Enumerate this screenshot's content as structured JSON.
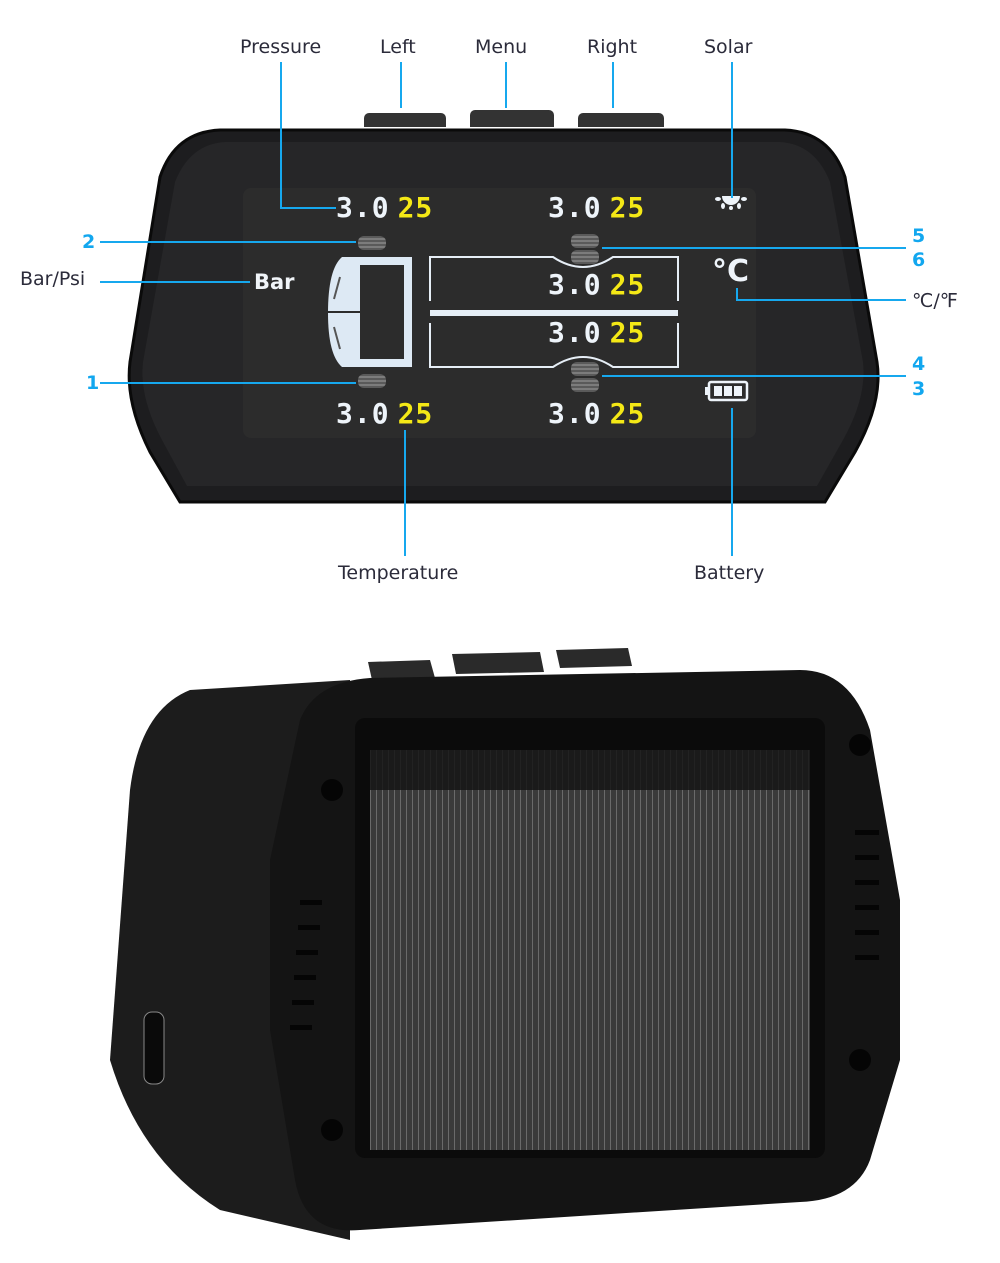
{
  "callouts": {
    "top": [
      "Pressure",
      "Left",
      "Menu",
      "Right",
      "Solar"
    ],
    "left": {
      "unit": "Bar/Psi",
      "num_2": "2",
      "num_1": "1"
    },
    "right": {
      "num_5": "5",
      "num_6": "6",
      "temp_unit": "℃/℉",
      "num_4": "4",
      "num_3": "3"
    },
    "bottom": [
      "Temperature",
      "Battery"
    ]
  },
  "lcd": {
    "unit_label": "Bar",
    "temp_symbol": "°C",
    "readings": [
      {
        "position": "front-left",
        "pressure": "3.0",
        "temperature": "25"
      },
      {
        "position": "rear-left",
        "pressure": "3.0",
        "temperature": "25"
      },
      {
        "position": "inner-rear-left",
        "pressure": "3.0",
        "temperature": "25"
      },
      {
        "position": "inner-rear-right",
        "pressure": "3.0",
        "temperature": "25"
      },
      {
        "position": "front-right",
        "pressure": "3.0",
        "temperature": "25"
      },
      {
        "position": "rear-right",
        "pressure": "3.0",
        "temperature": "25"
      }
    ],
    "battery_level": "3/3",
    "icons": [
      "solar-icon",
      "battery-icon",
      "truck-cab-icon",
      "tire-icon"
    ]
  },
  "colors": {
    "accent": "#16a8ee",
    "pressure_digits": "#eef4fa",
    "temperature_digits": "#f4e816",
    "lcd_bg": "#2c2c2c"
  }
}
